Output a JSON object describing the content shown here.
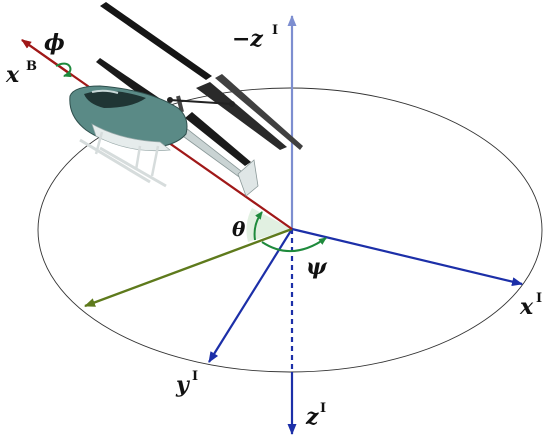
{
  "labels": {
    "phi": "ϕ",
    "x_body": "x",
    "x_body_sup": "B",
    "neg_z_inertial": "−z",
    "neg_z_inertial_sup": "I",
    "theta": "θ",
    "psi": "ψ",
    "x_inertial": "x",
    "x_inertial_sup": "I",
    "y_inertial": "y",
    "y_inertial_sup": "I",
    "z_inertial": "z",
    "z_inertial_sup": "I"
  },
  "colors": {
    "body_axis": "#a01818",
    "inertial_axes": "#1c2fa8",
    "vertical_axis": "#7d8ed0",
    "projection_axis": "#5e7a1c",
    "angle_arcs": "#1e8a3c",
    "helicopter_body": "#5a8a86"
  }
}
